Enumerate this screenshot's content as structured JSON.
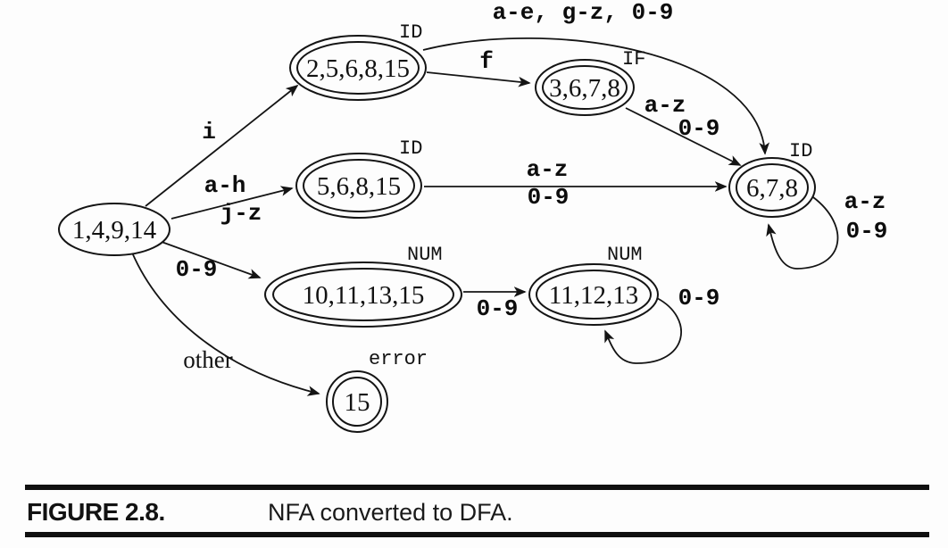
{
  "figure": {
    "label": "FIGURE 2.8.",
    "caption": "NFA converted to DFA."
  },
  "diagram": {
    "states": {
      "start": {
        "label": "1,4,9,14",
        "tag": ""
      },
      "id1": {
        "label": "2,5,6,8,15",
        "tag": "ID"
      },
      "id2": {
        "label": "5,6,8,15",
        "tag": "ID"
      },
      "if1": {
        "label": "3,6,7,8",
        "tag": "IF"
      },
      "id3": {
        "label": "6,7,8",
        "tag": "ID"
      },
      "num1": {
        "label": "10,11,13,15",
        "tag": "NUM"
      },
      "num2": {
        "label": "11,12,13",
        "tag": "NUM"
      },
      "error1": {
        "label": "15",
        "tag": "error"
      }
    },
    "transitions": {
      "i": "i",
      "a_h": "a-h",
      "j_z": "j-z",
      "digits_to_num": "0-9",
      "other": "other",
      "f": "f",
      "id1_to_id3": "a-e, g-z, 0-9",
      "if_to_id3_letters": "a-z",
      "if_to_id3_digits": "0-9",
      "id2_to_id3_letters": "a-z",
      "id2_to_id3_digits": "0-9",
      "id3_loop_letters": "a-z",
      "id3_loop_digits": "0-9",
      "num1_to_num2": "0-9",
      "num2_loop": "0-9"
    }
  }
}
